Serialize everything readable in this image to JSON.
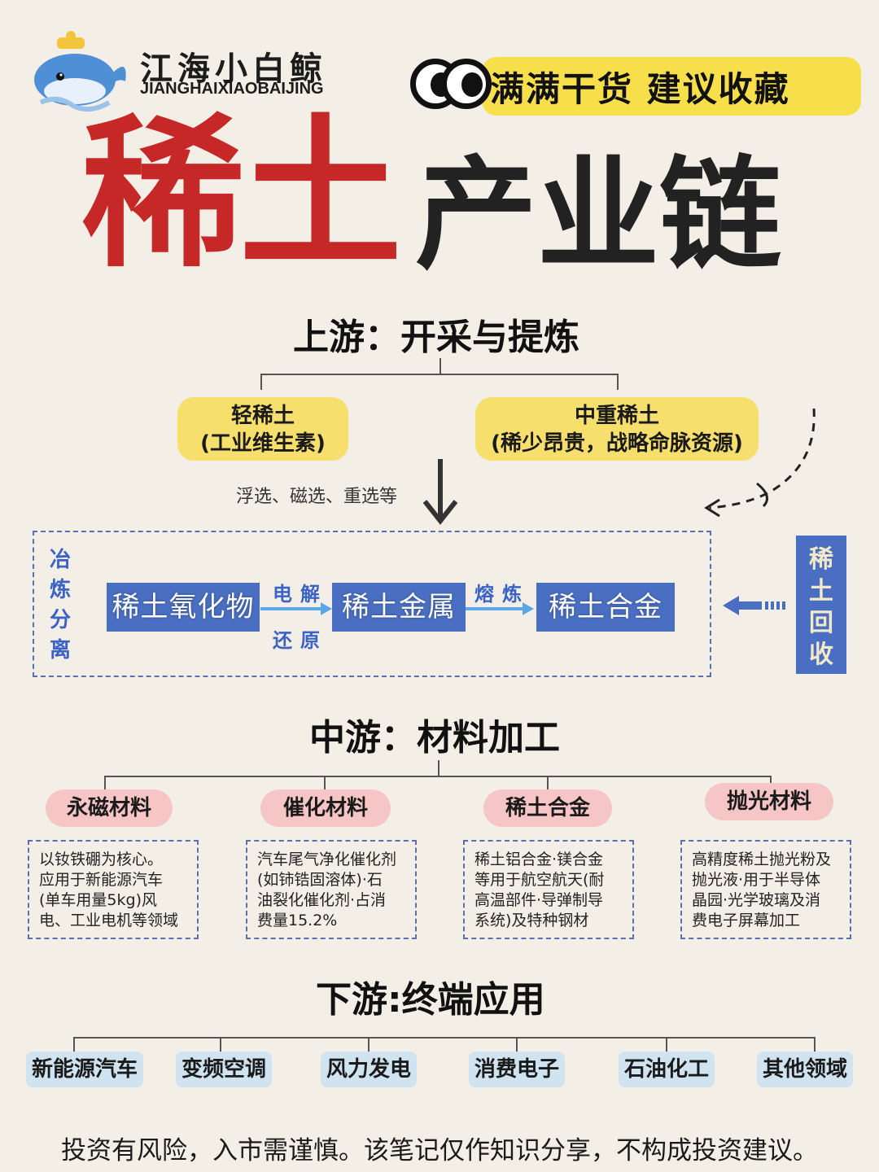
{
  "brand": {
    "name_cn": "江海小白鲸",
    "name_en": "JIANGHAIXIAOBAIJING",
    "tagline": "满满干货  建议收藏"
  },
  "title": {
    "part_red": "稀土",
    "part_black": "产业链"
  },
  "upstream": {
    "heading": "上游：开采与提炼",
    "types": [
      {
        "line1": "轻稀土",
        "line2": "(工业维生素)"
      },
      {
        "line1": "中重稀土",
        "line2": "(稀少昂贵，战略命脉资源)"
      }
    ],
    "process_note": "浮选、磁选、重选等",
    "box_label": [
      "冶",
      "炼",
      "分",
      "离"
    ],
    "stages": [
      "稀土氧化物",
      "稀土金属",
      "稀土合金"
    ],
    "arrow1_top": "电解",
    "arrow1_bottom": "还原",
    "arrow2_top": "熔炼",
    "recycle": [
      "稀",
      "土",
      "回",
      "收"
    ]
  },
  "midstream": {
    "heading": "中游：材料加工",
    "items": [
      {
        "label": "永磁材料",
        "desc": [
          "以钕铁硼为核心。",
          "应用于新能源汽车",
          "(单车用量5kg)风",
          "电、工业电机等领域"
        ]
      },
      {
        "label": "催化材料",
        "desc": [
          "汽车尾气净化催化剂",
          "(如铈锆固溶体)·石",
          "油裂化催化剂·占消",
          "费量15.2%"
        ]
      },
      {
        "label": "稀土合金",
        "desc": [
          "稀土铝合金·镁合金",
          "等用于航空航天(耐",
          "高温部件·导弹制导",
          "系统)及特种钢材"
        ]
      },
      {
        "label": "抛光材料",
        "desc": [
          "高精度稀土抛光粉及",
          "抛光液·用于半导体",
          "晶园·光学玻璃及消",
          "费电子屏幕加工"
        ]
      }
    ]
  },
  "downstream": {
    "heading": "下游:终端应用",
    "items": [
      "新能源汽车",
      "变频空调",
      "风力发电",
      "消费电子",
      "石油化工",
      "其他领域"
    ]
  },
  "disclaimer": "投资有风险，入市需谨慎。该笔记仅作知识分享，不构成投资建议。",
  "colors": {
    "background": "#f4efe6",
    "title_red": "#c62828",
    "blue": "#4a6fc2",
    "yellow": "#f7df6e",
    "pink": "#f6c6c6",
    "chip_blue": "#cfe3f0"
  }
}
